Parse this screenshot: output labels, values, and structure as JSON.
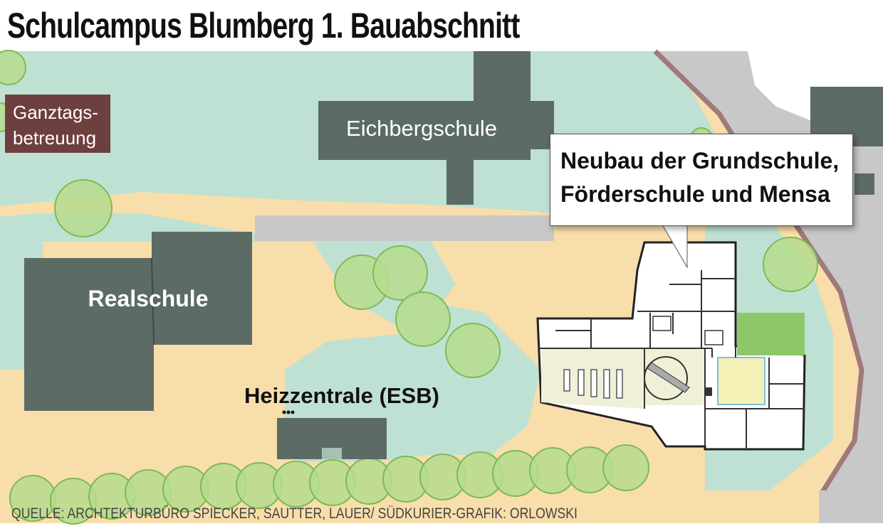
{
  "title": "Schulcampus Blumberg 1. Bauabschnitt",
  "buildings": {
    "ganztag_line1": "Ganztags-",
    "ganztag_line2": "betreuung",
    "eichberg": "Eichbergschule",
    "realschule": "Realschule",
    "heizzentrale": "Heizzentrale (ESB)"
  },
  "callout": {
    "line1": "Neubau der Grundschule,",
    "line2": "Förderschule und Mensa"
  },
  "source": "QUELLE: ARCHTEKTURBÜRO SPIECKER, SAUTTER, LAUER/ SÜDKURIER-GRAFIK: ORLOWSKI",
  "colors": {
    "lawn": "#bfe1d3",
    "sand": "#f8deaa",
    "road": "#c8c8c8",
    "building": "#5c6b64",
    "ganztag": "#6e3f3f",
    "tree_fill": "#b6dc8e",
    "tree_stroke": "#7dba55",
    "curb": "#a07a7a"
  }
}
